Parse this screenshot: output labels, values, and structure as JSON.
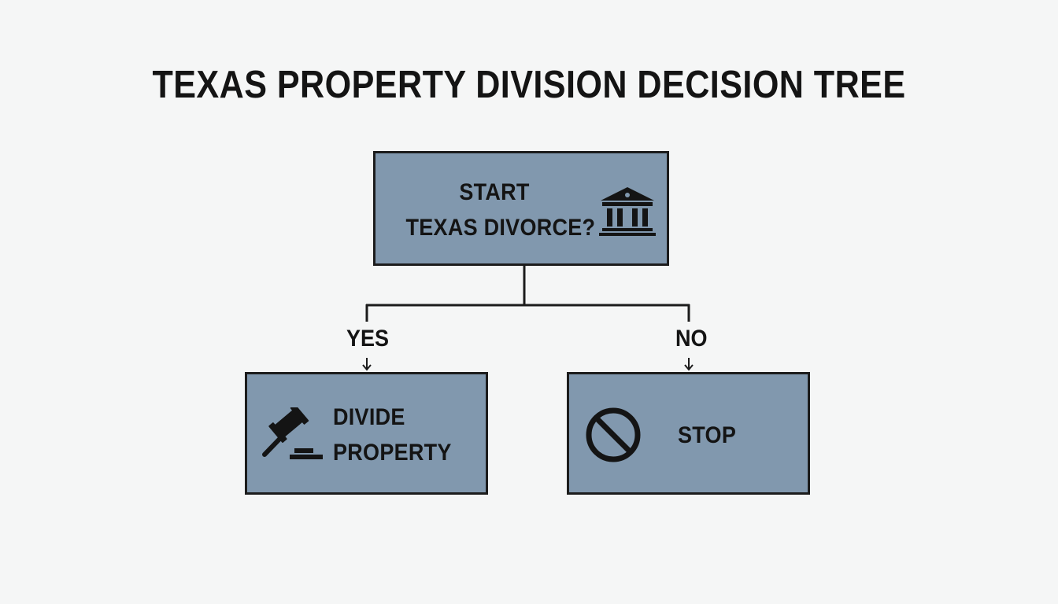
{
  "title": "TEXAS PROPERTY DIVISION DECISION TREE",
  "nodes": {
    "start": {
      "line1": "START",
      "line2": "TEXAS DIVORCE?",
      "icon": "courthouse-icon"
    },
    "yes_branch": {
      "label": "YES",
      "line1": "DIVIDE",
      "line2": "PROPERTY",
      "icon": "gavel-icon"
    },
    "no_branch": {
      "label": "NO",
      "text": "STOP",
      "icon": "prohibition-icon"
    }
  },
  "colors": {
    "node_fill": "#8198ae",
    "stroke": "#1c1c1c",
    "background": "#f5f6f6",
    "text": "#141414"
  }
}
